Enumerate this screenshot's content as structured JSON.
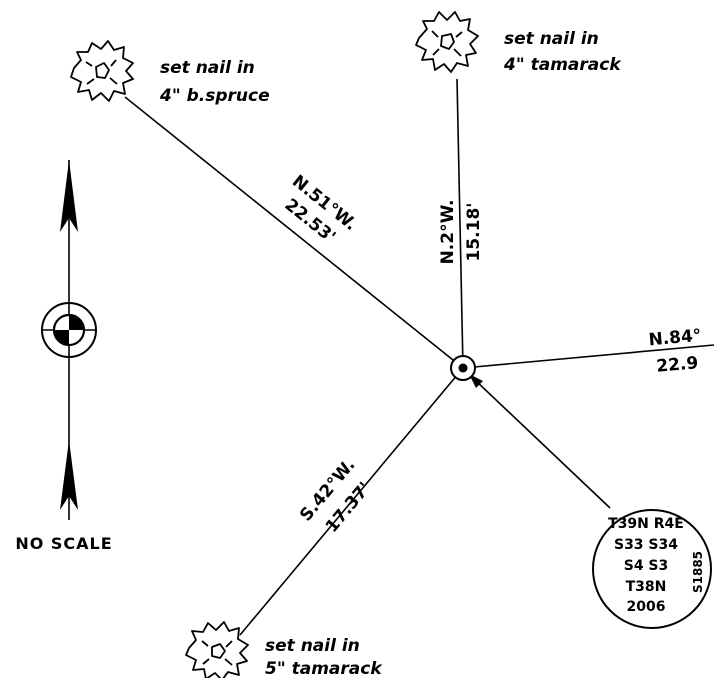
{
  "trees": [
    {
      "note_line1": "set nail in",
      "note_line2": "4\" b.spruce"
    },
    {
      "note_line1": "set nail in",
      "note_line2": "4\" tamarack"
    },
    {
      "note_line1": "set nail in",
      "note_line2": "5\" tamarack"
    }
  ],
  "bearings": [
    {
      "bearing": "N.51°W.",
      "distance": "22.53'"
    },
    {
      "bearing": "N.2°W.",
      "distance": "15.18'"
    },
    {
      "bearing": "N.84°",
      "distance": "22.9"
    },
    {
      "bearing": "S.42°W.",
      "distance": "17.37'"
    }
  ],
  "corner_tag": {
    "line1": "T39N R4E",
    "line2": "S33 S34",
    "line3": "S4 S3",
    "line4": "T38N",
    "line5": "2006",
    "side": "S1885"
  },
  "north_arrow": {
    "label": "NO SCALE"
  }
}
